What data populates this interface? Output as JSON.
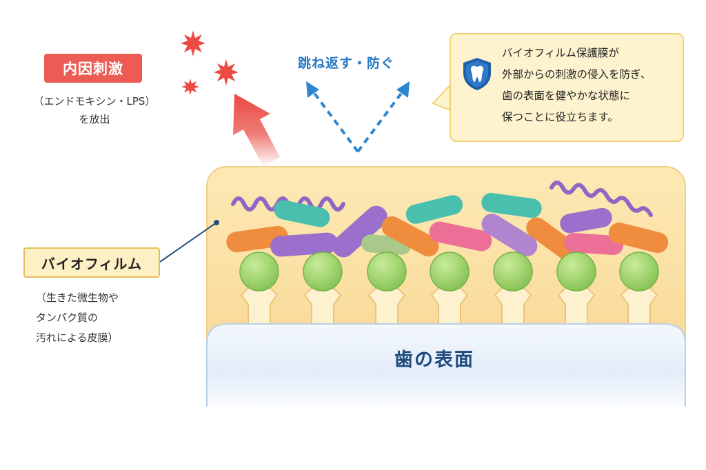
{
  "stimulus": {
    "tag": "内因刺激",
    "caption_lines": [
      "（エンドモキシン・LPS）",
      "を放出"
    ]
  },
  "bounce_label": "跳ね返す・防ぐ",
  "callout": {
    "icon": "tooth-shield-icon",
    "lines": [
      "バイオフィルム保護膜が",
      "外部からの刺激の侵入を防ぎ、",
      "歯の表面を健やかな状態に",
      "保つことに役立ちます。"
    ]
  },
  "biofilm": {
    "tag": "バイオフィルム",
    "caption_lines": [
      "（生きた微生物や",
      "タンパク質の",
      "汚れによる皮膜）"
    ]
  },
  "tooth_surface": "歯の表面",
  "colors": {
    "stimulus_red": "#ec5b54",
    "bounce_blue": "#2478c4",
    "callout_fill": "#fdf4cf",
    "biofilm_fill": "#fbe3a8",
    "tooth_fill": "#e6eff9",
    "tooth_text": "#1f4b7f"
  }
}
